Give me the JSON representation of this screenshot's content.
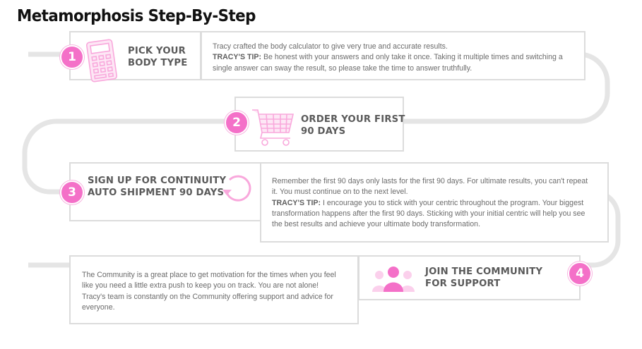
{
  "page": {
    "title": "Metamorphosis Step-By-Step"
  },
  "colors": {
    "accent": "#f470c8",
    "accent_light": "#f9c3e7",
    "track": "#e5e5e5",
    "border": "#dcdcdc",
    "heading": "#5a5a5a",
    "text": "#6b6b6b"
  },
  "steps": [
    {
      "number": "1",
      "heading_lines": [
        "PICK YOUR",
        "BODY TYPE"
      ],
      "icon": "calculator-icon",
      "description_lines": [
        "Tracy crafted the body calculator to give very true and accurate results."
      ],
      "tip_label": "TRACY'S TIP:",
      "tip_lines": [
        " Be honest with your answers and only take it once. Taking it multiple times and switching a",
        "single answer can sway the result, so please take the time to answer truthfully."
      ]
    },
    {
      "number": "2",
      "heading_lines": [
        "ORDER YOUR FIRST",
        "90 DAYS"
      ],
      "icon": "shopping-cart-icon"
    },
    {
      "number": "3",
      "heading_lines": [
        "SIGN UP FOR CONTINUITY",
        "AUTO SHIPMENT 90 DAYS"
      ],
      "icon": "refresh-icon",
      "description_lines": [
        "Remember the first 90 days only lasts for the first 90 days. For ultimate results, you can't repeat",
        "it. You must continue on to the next level."
      ],
      "tip_label": "TRACY'S TIP:",
      "tip_lines": [
        " I encourage you to stick with your centric throughout the program. Your biggest",
        "transformation happens after the first 90 days. Sticking with your initial centric will help you see",
        "the best results and achieve your ultimate body transformation."
      ]
    },
    {
      "number": "4",
      "heading_lines": [
        "JOIN THE COMMUNITY",
        "FOR SUPPORT"
      ],
      "icon": "community-icon",
      "description_lines": [
        "The Community is a great place to get motivation for the times when you feel",
        "like you need a little extra push to keep you on track. You are not alone!",
        "Tracy's team is constantly on the Community offering support and advice for",
        "everyone."
      ]
    }
  ]
}
